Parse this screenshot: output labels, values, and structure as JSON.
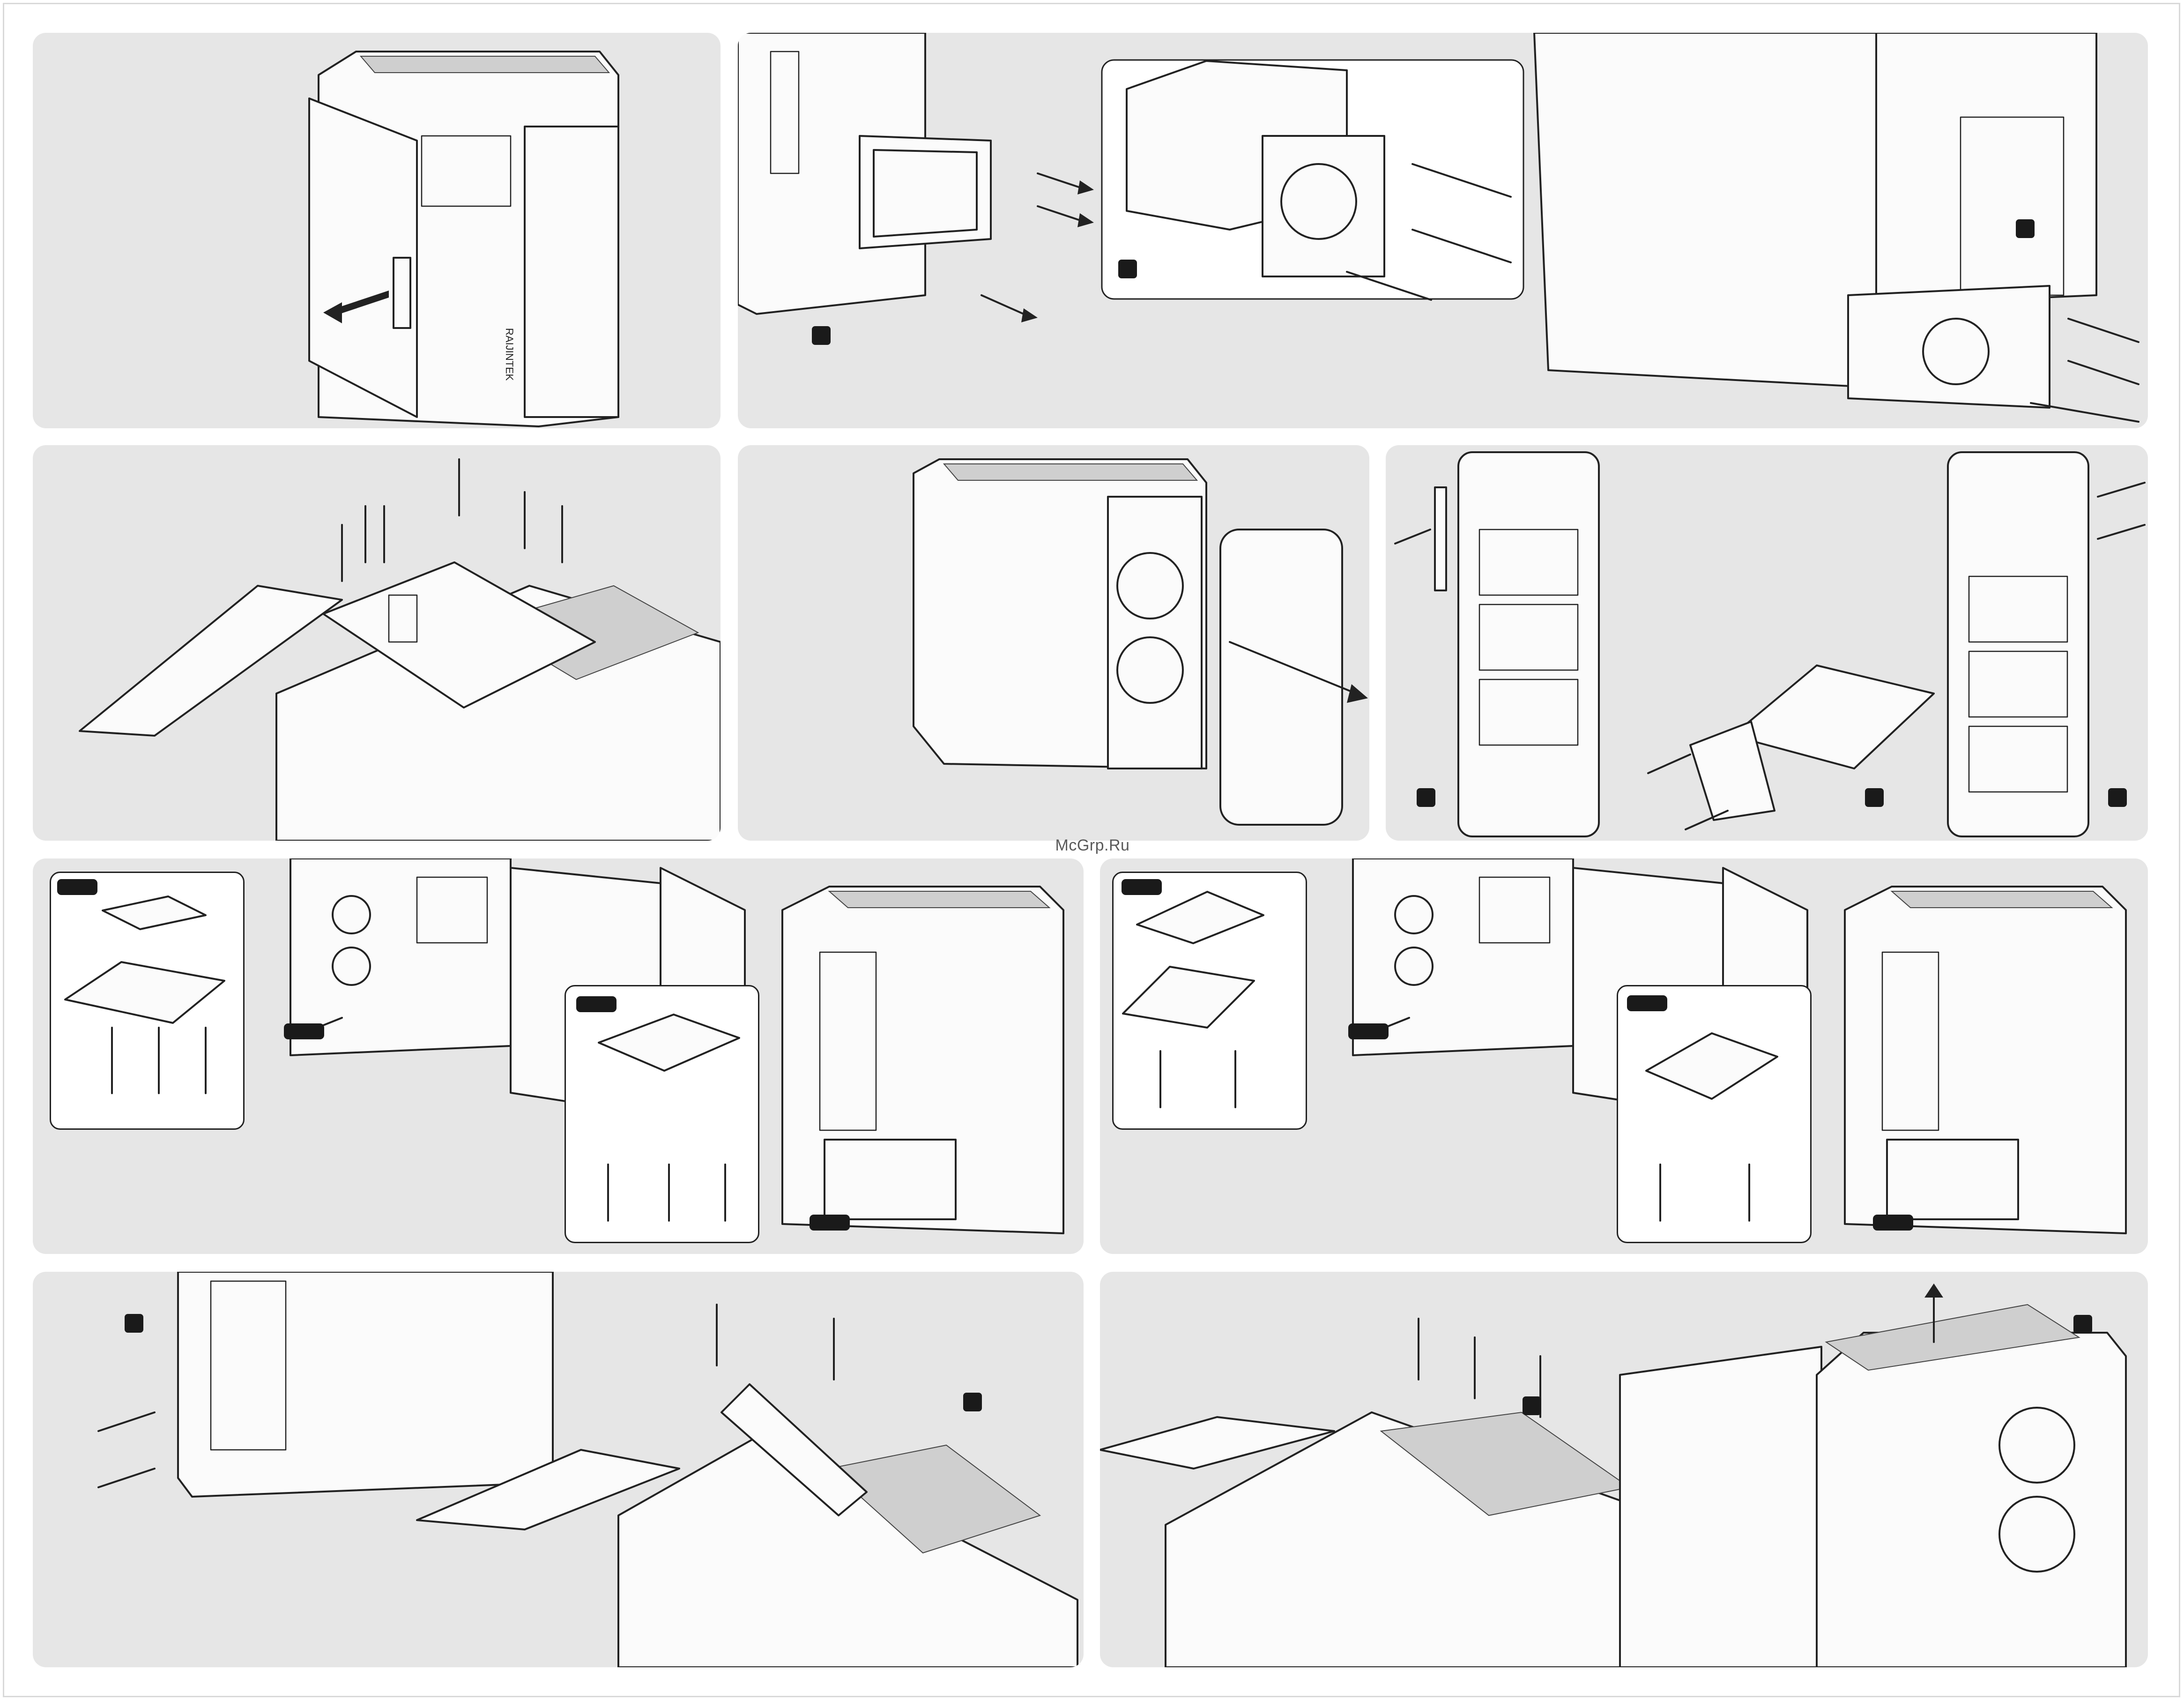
{
  "watermark": "McGrp.Ru",
  "colors": {
    "page_background": "#ffffff",
    "panel_background": "#e6e6e6",
    "line_art": "#222222",
    "step_badge": "#1a1a1a"
  },
  "icons": {
    "arrow": "arrow-icon",
    "screw": "screw-icon",
    "step_marker": "step-badge"
  },
  "panels": [
    {
      "id": "open-side-panel",
      "content": "case with side door swung open, arrow pulling door away"
    },
    {
      "id": "psu-install",
      "content": "PSU bracket removal, PSU mounted with bracket, PSU screwed into case rear"
    },
    {
      "id": "motherboard-install",
      "content": "motherboard lowered onto standoffs with screws"
    },
    {
      "id": "front-panel-removal",
      "content": "front cover pulled off the case"
    },
    {
      "id": "odd-bay-install",
      "content": "front frame, optical drive with brackets, screws into bays"
    },
    {
      "id": "hdd-35-install",
      "content": "3.5-inch drive tray assembly and insertion"
    },
    {
      "id": "hdd-25-install",
      "content": "2.5-inch drive tray assembly and insertion"
    },
    {
      "id": "expansion-card-install",
      "content": "slot covers removed and graphics card installed"
    },
    {
      "id": "fan-and-top-cover",
      "content": "top fans screwed in and top mesh cover lifted"
    }
  ]
}
